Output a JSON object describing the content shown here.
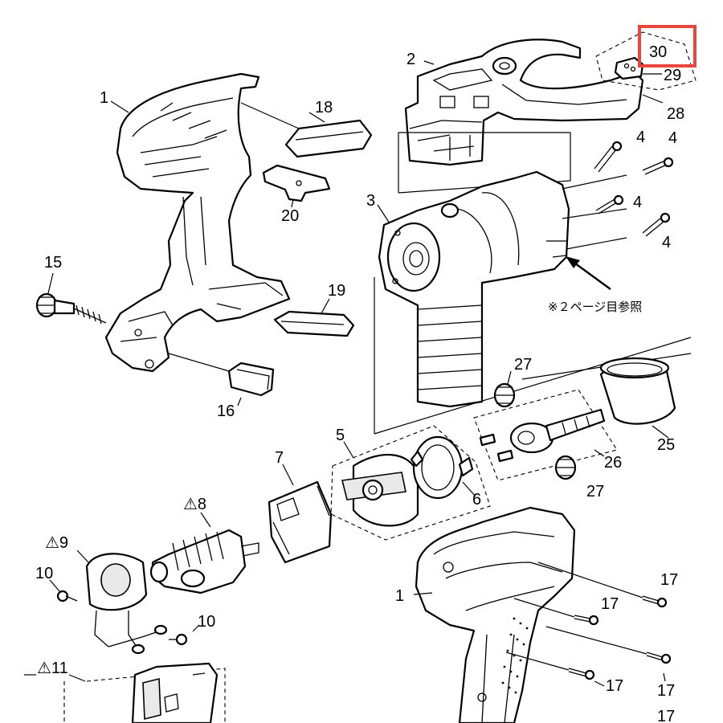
{
  "highlight_color": "#e8473f",
  "labels": {
    "p1a": "1",
    "p1b": "1",
    "p2": "2",
    "p3": "3",
    "p4a": "4",
    "p4b": "4",
    "p4c": "4",
    "p4d": "4",
    "p5": "5",
    "p6": "6",
    "p7": "7",
    "p8": "⚠8",
    "p9": "⚠9",
    "p10a": "10",
    "p10b": "10",
    "p11": "⚠11",
    "p15": "15",
    "p16": "16",
    "p17a": "17",
    "p17b": "17",
    "p17c": "17",
    "p17d": "17",
    "p17e": "17",
    "p18": "18",
    "p19": "19",
    "p20": "20",
    "p25": "25",
    "p26": "26",
    "p27a": "27",
    "p27b": "27",
    "p28": "28",
    "p29": "29",
    "p30": "30"
  },
  "note": "※２ページ目参照"
}
